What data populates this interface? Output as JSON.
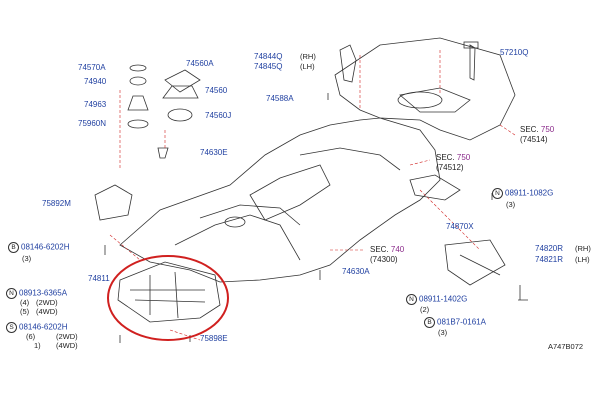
{
  "diagram_id": "A747B072",
  "colors": {
    "callout": "#1f3fa0",
    "section": "#8a2a8a",
    "highlight": "#d0201f",
    "outline": "#333333"
  },
  "sections": [
    {
      "label": "SEC.",
      "num": "750",
      "ref": "(74514)"
    },
    {
      "label": "SEC.",
      "num": "750",
      "ref": "(74512)"
    },
    {
      "label": "SEC.",
      "num": "740",
      "ref": "(74300)"
    }
  ],
  "labels": {
    "p74570A": "74570A",
    "p74940": "74940",
    "p74963": "74963",
    "p75960N": "75960N",
    "p74560A": "74560A",
    "p74560": "74560",
    "p74560J": "74560J",
    "p74630E": "74630E",
    "p74844Q": "74844Q",
    "rh": "(RH)",
    "p74845Q": "74845Q",
    "lh": "(LH)",
    "p57210Q": "57210Q",
    "p74588A": "74588A",
    "p75892M": "75892M",
    "p08911_1082G": "08911-1082G",
    "q3a": "(3)",
    "p74870X": "74870X",
    "b_mark": "B",
    "p08146_6202H": "08146-6202H",
    "q3b": "(3)",
    "p74811": "74811",
    "p74630A": "74630A",
    "p74820R": "74820R",
    "p74821R": "74821R",
    "rh2": "(RH)",
    "lh2": "(LH)",
    "n_mark": "N",
    "p08913_6365A": "08913-6365A",
    "q4": "(4)",
    "wd2a": "(2WD)",
    "q5": "(5)",
    "wd4a": "(4WD)",
    "s_mark": "S",
    "p08146_6202H_s": "08146-6202H",
    "q6": "(6)",
    "wd2b": "(2WD)",
    "q1": "1)",
    "wd4b": "(4WD)",
    "p75898E": "75898E",
    "n_mark2": "N",
    "p08911_1402G": "08911-1402G",
    "q2": "(2)",
    "b_mark2": "B",
    "p081B7_0161A": "081B7-0161A",
    "q3c": "(3)"
  }
}
